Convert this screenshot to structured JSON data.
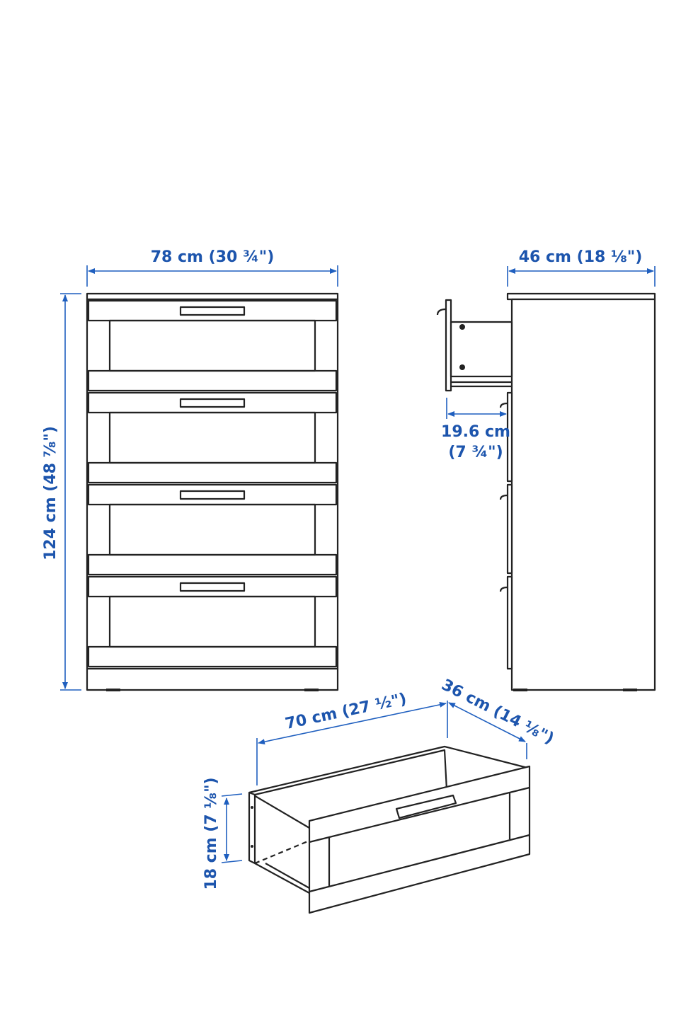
{
  "dimensions": {
    "width": "78 cm (30 ¾\")",
    "height": "124 cm (48 ⅞\")",
    "depth": "46 cm (18 ⅛\")",
    "drawer_extension_cm": "19.6 cm",
    "drawer_extension_in": "(7 ¾\")",
    "drawer_width": "70 cm (27 ½\")",
    "drawer_depth": "36 cm (14 ⅛\")",
    "drawer_height": "18 cm (7 ⅛\")"
  },
  "colors": {
    "dimension": "#1f5fbf",
    "outline": "#222222"
  }
}
